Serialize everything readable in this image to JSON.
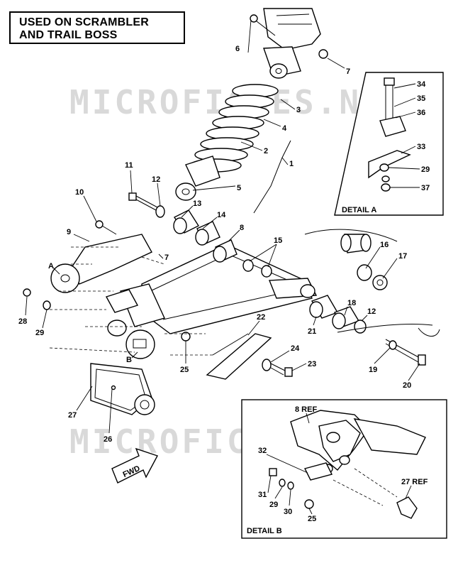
{
  "title": {
    "line1": "USED ON SCRAMBLER",
    "line2": "AND TRAIL BOSS"
  },
  "watermark": "MICROFICHES.NET",
  "detail_a": {
    "label": "DETAIL A"
  },
  "detail_b": {
    "label": "DETAIL B"
  },
  "fwd_label": "FWD",
  "callouts": {
    "c1": "1",
    "c2": "2",
    "c3": "3",
    "c4": "4",
    "c5": "5",
    "c6": "6",
    "c7": "7",
    "c7b": "7",
    "c8": "8",
    "c9": "9",
    "c10": "10",
    "c11": "11",
    "c12": "12",
    "c12b": "12",
    "c13": "13",
    "c14": "14",
    "c15": "15",
    "c16": "16",
    "c17": "17",
    "c18": "18",
    "c19": "19",
    "c20": "20",
    "c21": "21",
    "c22": "22",
    "c23": "23",
    "c24": "24",
    "c25": "25",
    "c26": "26",
    "c27": "27",
    "c28": "28",
    "c29": "29",
    "cA": "A",
    "cB": "B",
    "c29a": "29",
    "c33": "33",
    "c34": "34",
    "c35": "35",
    "c36": "36",
    "c37": "37",
    "c8ref": "8 REF",
    "c25b": "25",
    "c27ref": "27 REF",
    "c29b": "29",
    "c30": "30",
    "c31": "31",
    "c32": "32"
  },
  "colors": {
    "ink": "#000000",
    "paper": "#ffffff",
    "watermark": "#d9d9d9"
  }
}
